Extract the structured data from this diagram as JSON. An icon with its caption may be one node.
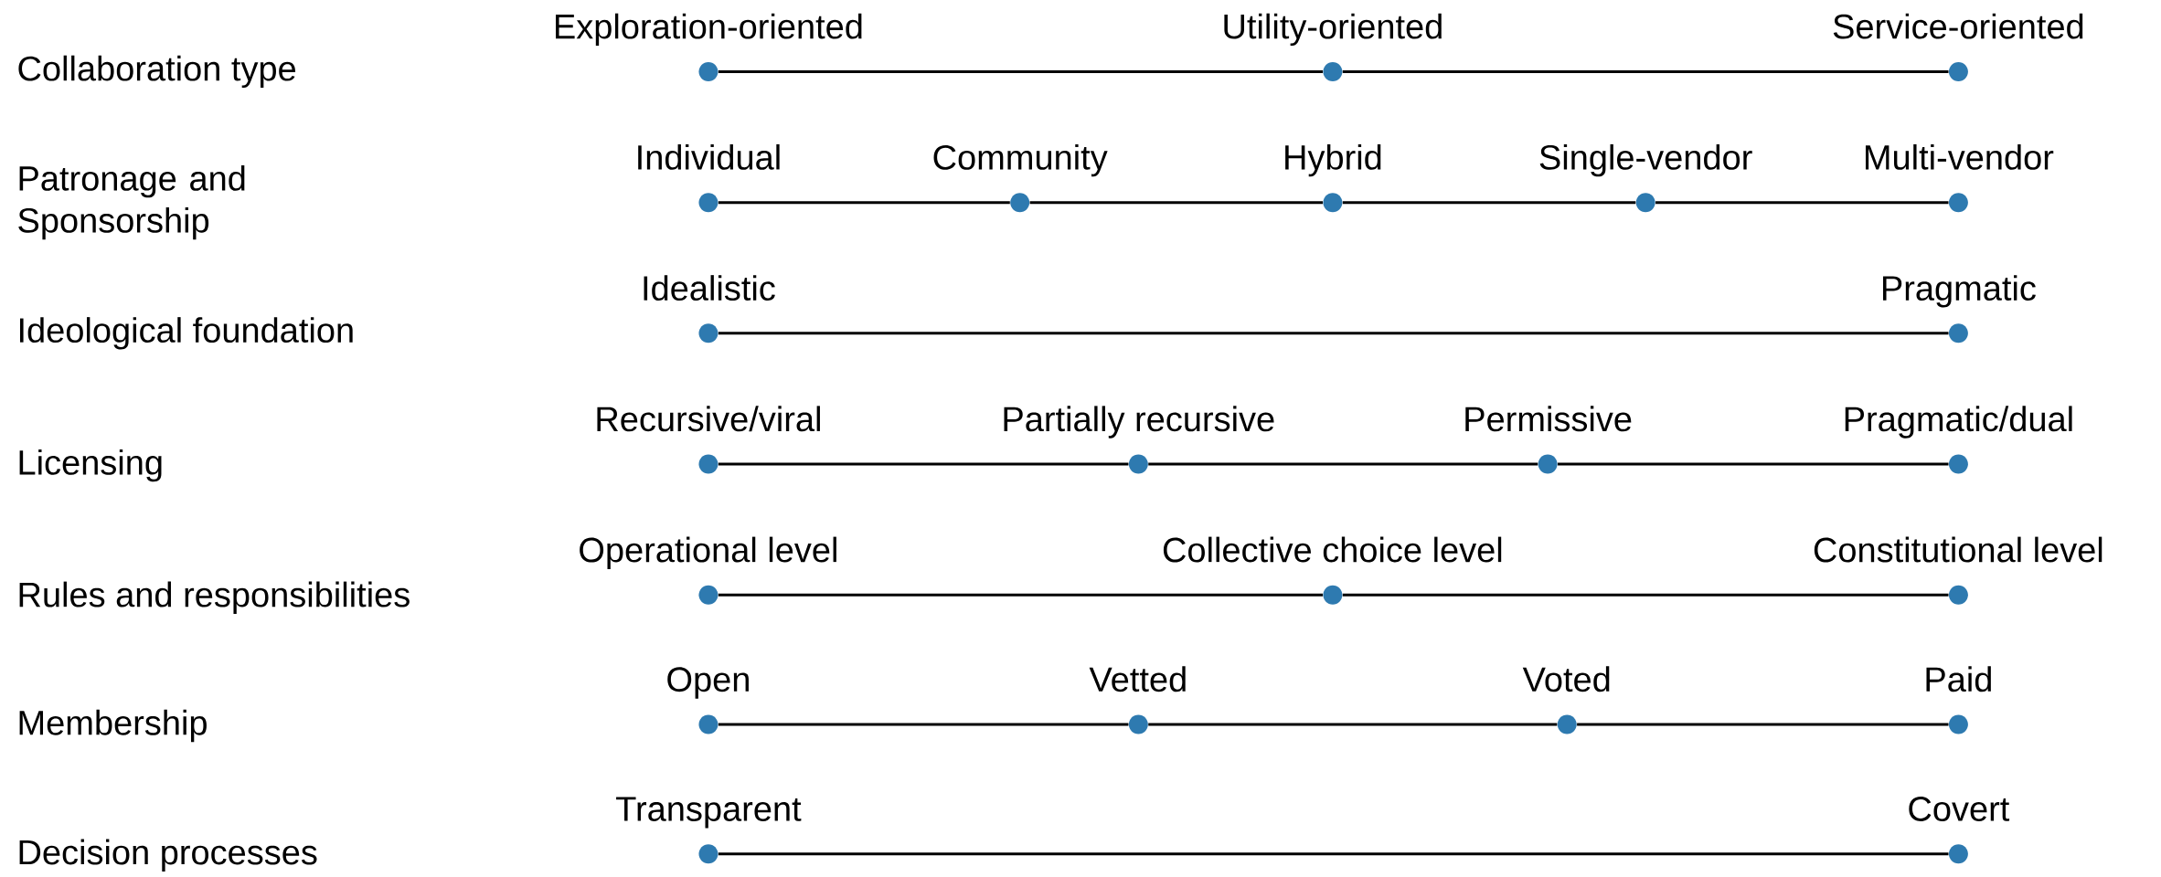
{
  "diagram": {
    "nodes": [
      {
        "text": [
          "Exploration-oriented"
        ]
      },
      {
        "text": [
          "Utility-oriented"
        ]
      },
      {
        "text": [
          "Service-oriented"
        ]
      },
      {
        "text": [
          "Individual"
        ]
      },
      {
        "text": [
          "Community"
        ]
      },
      {
        "text": [
          "Hybrid"
        ]
      },
      {
        "text": [
          "Single-vendor"
        ]
      },
      {
        "text": [
          "Multi-vendor"
        ]
      },
      {
        "text": [
          "Idealistic"
        ]
      },
      {
        "text": [
          "Pragmatic"
        ]
      },
      {
        "text": [
          "Recursive/viral"
        ]
      },
      {
        "text": [
          "Partially recursive"
        ]
      },
      {
        "text": [
          "Permissive"
        ]
      },
      {
        "text": [
          "Pragmatic/dual"
        ]
      },
      {
        "text": [
          "Operational level"
        ]
      },
      {
        "text": [
          "Collective choice level"
        ]
      },
      {
        "text": [
          "Constitutional level"
        ]
      },
      {
        "text": [
          "Open"
        ]
      },
      {
        "text": [
          "Vetted"
        ]
      },
      {
        "text": [
          "Voted"
        ]
      },
      {
        "text": [
          "Paid"
        ]
      },
      {
        "text": [
          "Transparent"
        ]
      },
      {
        "text": [
          "Covert"
        ]
      }
    ],
    "edges": [
      {
        "from": 0,
        "to": 1,
        "arrow": "none"
      },
      {
        "from": 1,
        "to": 2,
        "arrow": "none"
      },
      {
        "from": 3,
        "to": 4,
        "arrow": "none"
      },
      {
        "from": 4,
        "to": 5,
        "arrow": "none"
      },
      {
        "from": 5,
        "to": 6,
        "arrow": "none"
      },
      {
        "from": 6,
        "to": 7,
        "arrow": "none"
      },
      {
        "from": 8,
        "to": 9,
        "arrow": "none"
      },
      {
        "from": 10,
        "to": 11,
        "arrow": "none"
      },
      {
        "from": 11,
        "to": 12,
        "arrow": "none"
      },
      {
        "from": 12,
        "to": 13,
        "arrow": "none"
      },
      {
        "from": 14,
        "to": 15,
        "arrow": "none"
      },
      {
        "from": 15,
        "to": 16,
        "arrow": "none"
      },
      {
        "from": 17,
        "to": 18,
        "arrow": "none"
      },
      {
        "from": 18,
        "to": 19,
        "arrow": "none"
      },
      {
        "from": 19,
        "to": 20,
        "arrow": "none"
      },
      {
        "from": 21,
        "to": 22,
        "arrow": "none"
      }
    ],
    "labels": [
      "Collaboration type",
      "Patronage and Sponsorship",
      "Ideological foundation",
      "Licensing",
      "Rules and responsibilities",
      "Membership",
      "Decision processes"
    ]
  }
}
